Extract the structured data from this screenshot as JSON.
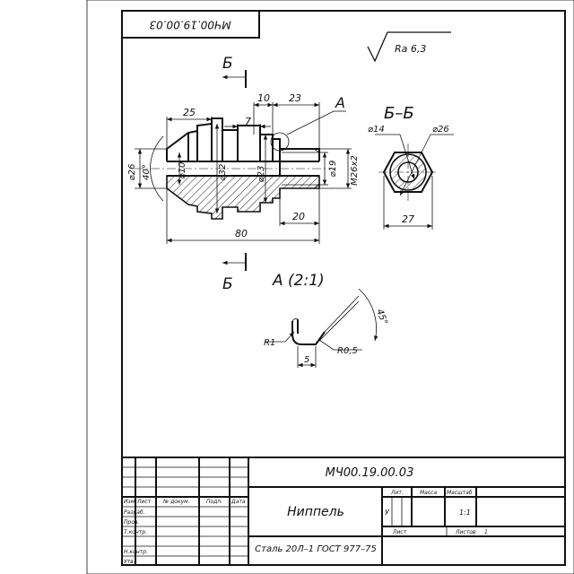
{
  "sheet": {
    "stamp_top": "МЧ00.19.00.03",
    "roughness": "Ra 6,3"
  },
  "section_marks": {
    "top": "Б",
    "bottom": "Б",
    "view_title": "Б–Б",
    "detail_letter": "A",
    "detail_title": "A (2:1)"
  },
  "main_view": {
    "dims": {
      "d25": "25",
      "d10": "10",
      "d23": "23",
      "d7": "7",
      "d20": "20",
      "d80": "80",
      "dia26": "⌀26",
      "angle40": "40°",
      "dia10": "⌀10",
      "dia32": "⌀32",
      "dia23": "⌀23",
      "dia19": "⌀19",
      "thread": "M26x2"
    }
  },
  "section_view": {
    "dims": {
      "dia14": "⌀14",
      "dia26": "⌀26",
      "d27": "27"
    }
  },
  "detail_view": {
    "dims": {
      "r1": "R1",
      "r05": "R0,5",
      "d5": "5",
      "angle45": "45°"
    }
  },
  "title_block": {
    "designation": "МЧ00.19.00.03",
    "name": "Ниппель",
    "material": "Сталь 20Л–1  ГОСТ 977–75",
    "col_izm": "Изм",
    "col_list": "Лист",
    "col_ndokum": "№ докум.",
    "col_podp": "Подп.",
    "col_data": "Дата",
    "row_razrab": "Разраб.",
    "row_prov": "Пров.",
    "row_tkontr": "Т.контр.",
    "row_nkontr": "Н.контр.",
    "row_utv": "Утв.",
    "lit": "Лит.",
    "massa": "Масса",
    "masshtab": "Масштаб",
    "lit_value": "У",
    "scale_value": "1:1",
    "listov": "Листов",
    "listov_value": "1",
    "list_label": "Лист"
  }
}
